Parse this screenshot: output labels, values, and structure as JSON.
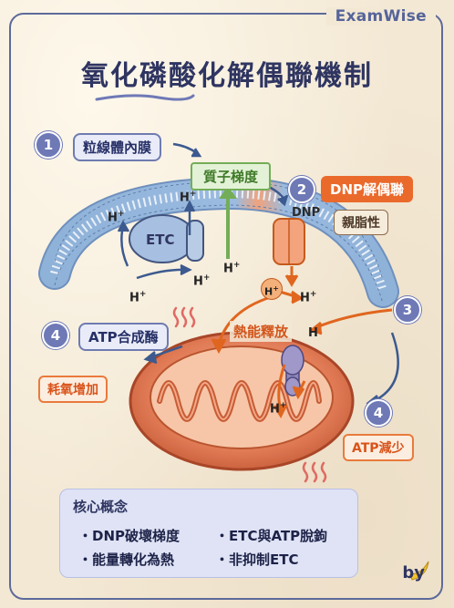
{
  "brand": "ExamWise",
  "title": "氧化磷酸化解偶聯機制",
  "labels": {
    "membrane": "粒線體內膜",
    "gradient": "質子梯度",
    "dnp_uncoupler": "DNP解偶聯",
    "lipophilic": "親脂性",
    "etc": "ETC",
    "dnp": "DNP",
    "heat_release": "熱能釋放",
    "atp_synthase": "ATP合成酶",
    "oxygen_up": "耗氧增加",
    "atp_down": "ATP減少",
    "proton": "H",
    "proton_sup": "+"
  },
  "steps": [
    "1",
    "2",
    "3",
    "4",
    "4"
  ],
  "concept": {
    "title": "核心概念",
    "items": [
      "・DNP破壞梯度",
      "・ETC與ATP脫鉤",
      "・能量轉化為熱",
      "・非抑制ETC"
    ]
  },
  "byline": "by",
  "byline_icon": "banana-icon",
  "colors": {
    "frame": "#5d6a9a",
    "accent_orange": "#ea6a2c",
    "accent_green": "#74ad57",
    "navy": "#2f3561",
    "mito_body": "#e07a55"
  }
}
